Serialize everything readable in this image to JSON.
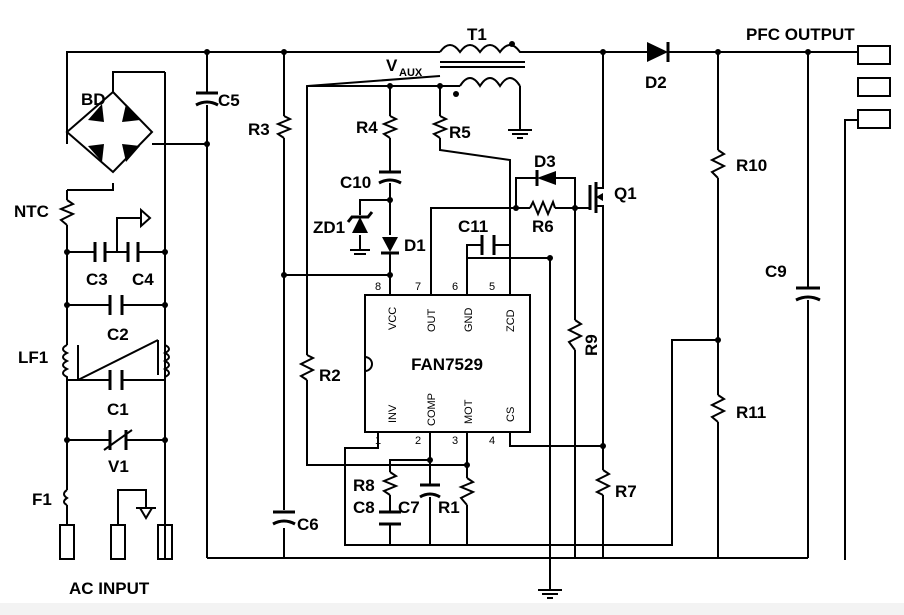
{
  "diagram": {
    "title": "PFC OUTPUT",
    "ic": {
      "name": "FAN7529",
      "pins_top": [
        {
          "num": "8",
          "name": "VCC"
        },
        {
          "num": "7",
          "name": "OUT"
        },
        {
          "num": "6",
          "name": "GND"
        },
        {
          "num": "5",
          "name": "ZCD"
        }
      ],
      "pins_bottom": [
        {
          "num": "1",
          "name": "INV"
        },
        {
          "num": "2",
          "name": "COMP"
        },
        {
          "num": "3",
          "name": "MOT"
        },
        {
          "num": "4",
          "name": "CS"
        }
      ]
    },
    "labels": {
      "t1": "T1",
      "vaux_v": "V",
      "vaux_sub": "AUX",
      "bd": "BD",
      "c5": "C5",
      "r3": "R3",
      "r4": "R4",
      "r5": "R5",
      "d3": "D3",
      "q1": "Q1",
      "d2": "D2",
      "c10": "C10",
      "zd1": "ZD1",
      "d1": "D1",
      "c11": "C11",
      "r6": "R6",
      "r10": "R10",
      "c9": "C9",
      "ntc": "NTC",
      "c3": "C3",
      "c4": "C4",
      "c2": "C2",
      "lf1": "LF1",
      "c1": "C1",
      "r2": "R2",
      "r9": "R9",
      "r11": "R11",
      "v1": "V1",
      "r8": "R8",
      "c8": "C8",
      "c7": "C7",
      "r1": "R1",
      "r7": "R7",
      "f1": "F1",
      "c6": "C6",
      "ac_input": "AC INPUT"
    }
  }
}
